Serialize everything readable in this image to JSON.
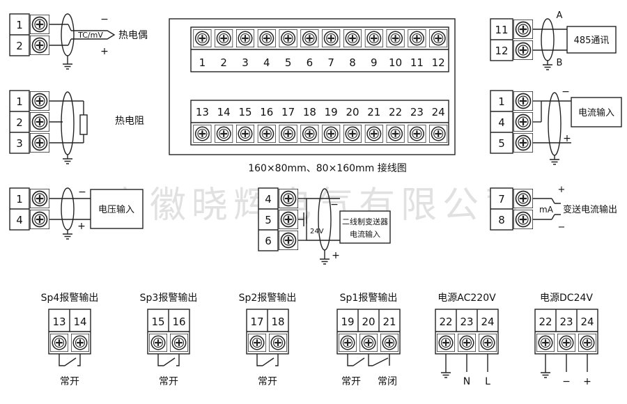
{
  "colors": {
    "ink": "#111111",
    "background": "#ffffff",
    "watermark": "#c9c9c9"
  },
  "watermark": "安徽晓辉电气有限公司",
  "main_caption": "160×80mm、80×160mm 接线图",
  "main_terminals": {
    "top": [
      "1",
      "2",
      "3",
      "4",
      "5",
      "6",
      "7",
      "8",
      "9",
      "10",
      "11",
      "12"
    ],
    "bottom": [
      "13",
      "14",
      "15",
      "16",
      "17",
      "18",
      "19",
      "20",
      "21",
      "22",
      "23",
      "24"
    ]
  },
  "thermocouple": {
    "terminals": [
      "1",
      "2"
    ],
    "sensor_label": "TC/mV",
    "minus": "−",
    "plus": "+",
    "label": "热电偶"
  },
  "rtd": {
    "terminals": [
      "1",
      "2",
      "3"
    ],
    "label": "热电阻"
  },
  "voltage_input": {
    "terminals": [
      "1",
      "4"
    ],
    "minus": "−",
    "plus": "+",
    "label": "电压输入"
  },
  "two_wire_transmitter": {
    "terminals": [
      "4",
      "5",
      "6"
    ],
    "supply": "24V",
    "minus": "−",
    "plus": "+",
    "label_line1": "二线制变送器",
    "label_line2": "电流输入"
  },
  "rs485": {
    "terminals": [
      "11",
      "12"
    ],
    "a": "A",
    "b": "B",
    "label": "485通讯"
  },
  "current_input": {
    "terminals": [
      "1",
      "4",
      "5"
    ],
    "minus": "−",
    "plus": "+",
    "label": "电流输入"
  },
  "transmitter_output": {
    "terminals": [
      "7",
      "8"
    ],
    "plus": "+",
    "minus": "−",
    "unit": "mA",
    "label": "变送电流输出"
  },
  "alarms": [
    {
      "title": "Sp4报警输出",
      "terminals": [
        "13",
        "14"
      ],
      "contacts": [
        "常开"
      ]
    },
    {
      "title": "Sp3报警输出",
      "terminals": [
        "15",
        "16"
      ],
      "contacts": [
        "常开"
      ]
    },
    {
      "title": "Sp2报警输出",
      "terminals": [
        "17",
        "18"
      ],
      "contacts": [
        "常开"
      ]
    },
    {
      "title": "Sp1报警输出",
      "terminals": [
        "19",
        "20",
        "21"
      ],
      "contacts": [
        "常开",
        "常闭"
      ]
    }
  ],
  "power_ac": {
    "title": "电源AC220V",
    "terminals": [
      "22",
      "23",
      "24"
    ],
    "labels": [
      "",
      "N",
      "L"
    ]
  },
  "power_dc": {
    "title": "电源DC24V",
    "terminals": [
      "22",
      "23",
      "24"
    ],
    "labels": [
      "",
      "−",
      "+"
    ]
  }
}
